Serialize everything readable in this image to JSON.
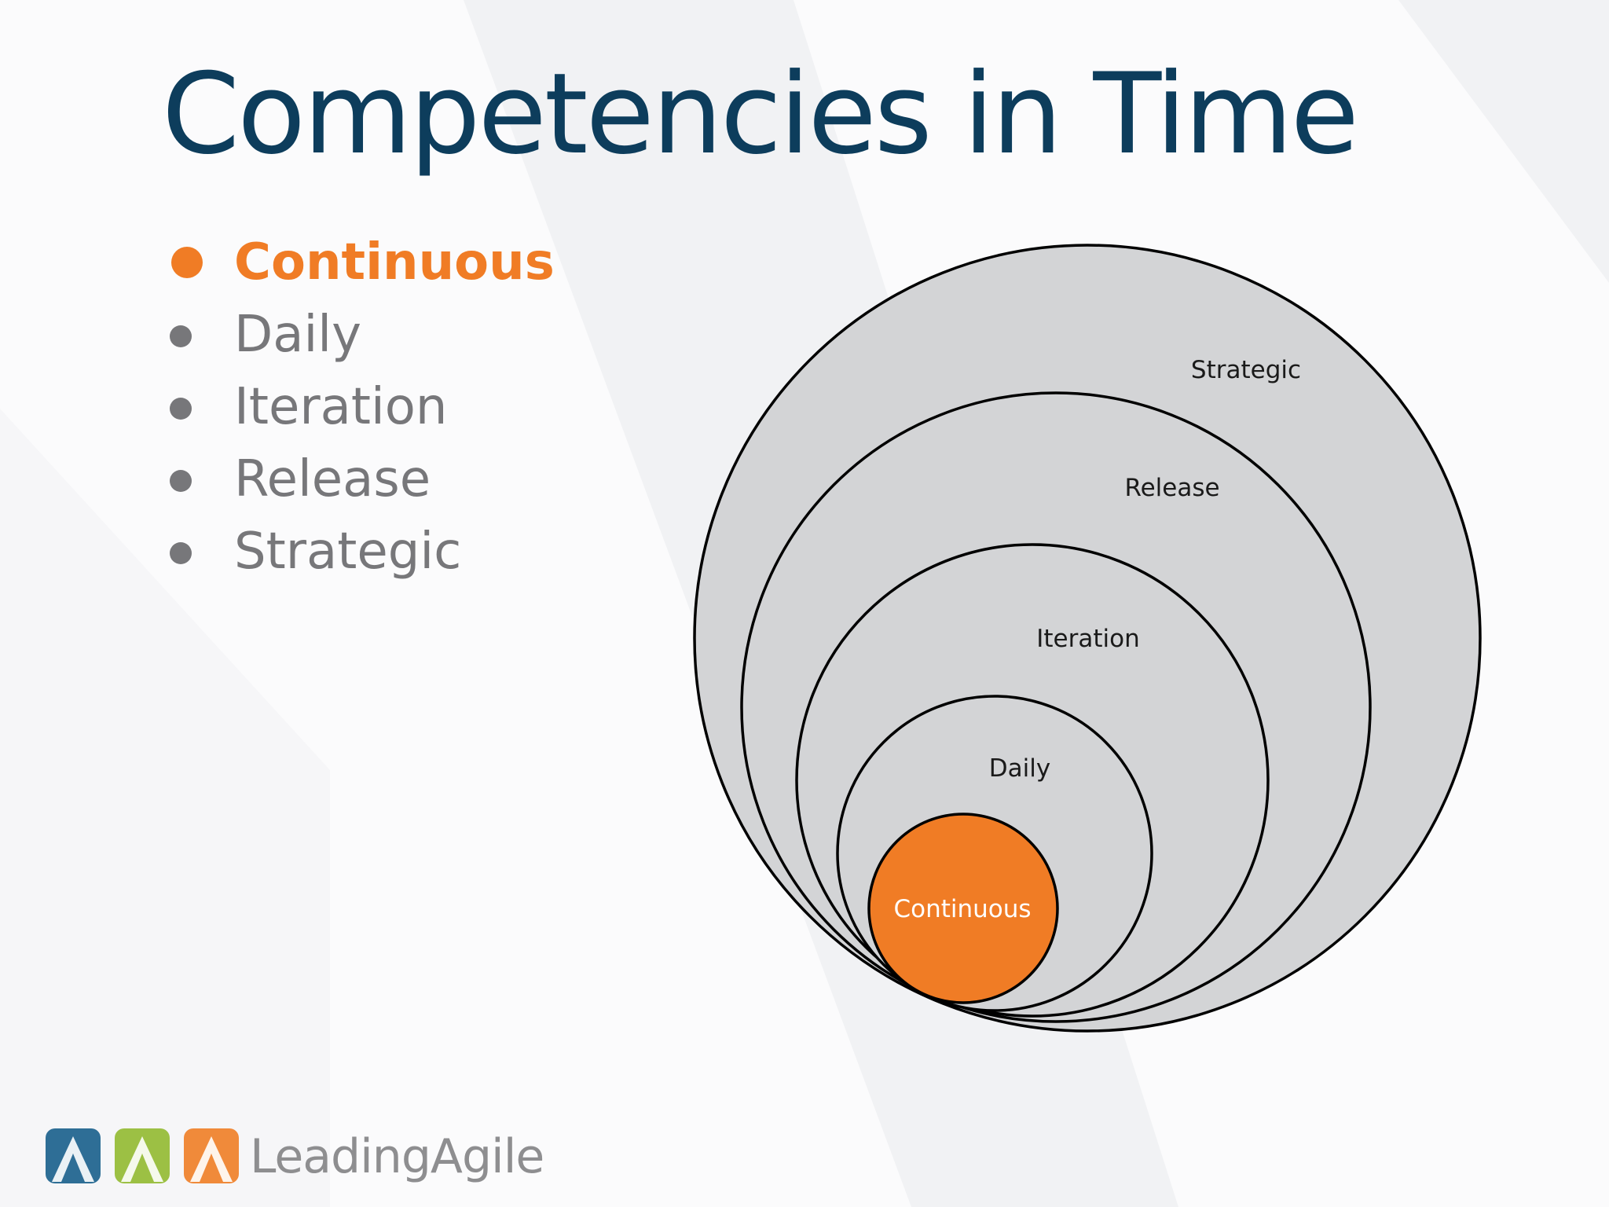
{
  "slide": {
    "title": "Competencies in Time",
    "bullets": [
      {
        "label": "Continuous",
        "active": true
      },
      {
        "label": "Daily",
        "active": false
      },
      {
        "label": "Iteration",
        "active": false
      },
      {
        "label": "Release",
        "active": false
      },
      {
        "label": "Strategic",
        "active": false
      }
    ]
  },
  "diagram": {
    "rings": [
      {
        "label": "Strategic"
      },
      {
        "label": "Release"
      },
      {
        "label": "Iteration"
      },
      {
        "label": "Daily"
      }
    ],
    "core": {
      "label": "Continuous"
    }
  },
  "logo": {
    "text": "LeadingAgile"
  },
  "colors": {
    "title": "#0d3d5c",
    "accent": "#f07c25",
    "muted_text": "#77777a",
    "ring_fill": "#d3d4d6",
    "ring_stroke": "#000000",
    "logo_blue": "#2e6e96",
    "logo_green": "#9cc044",
    "logo_orange": "#f08a3a"
  }
}
